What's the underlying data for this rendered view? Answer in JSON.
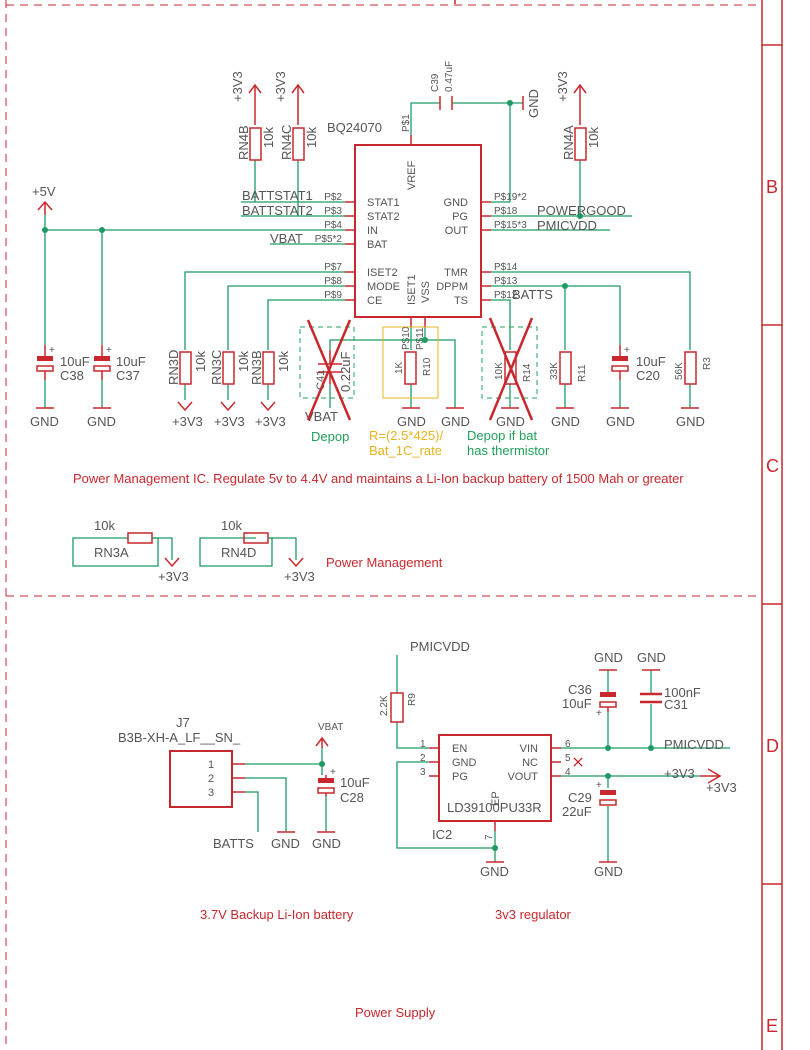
{
  "frame": {
    "rows": [
      "B",
      "C",
      "D",
      "E"
    ]
  },
  "ic_main": {
    "name": "BQ24070",
    "left_pins": [
      {
        "pad": "P$2",
        "label": "STAT1"
      },
      {
        "pad": "P$3",
        "label": "STAT2"
      },
      {
        "pad": "P$4",
        "label": "IN"
      },
      {
        "pad": "P$5*2",
        "label": "BAT"
      },
      {
        "pad": "P$7",
        "label": "ISET2"
      },
      {
        "pad": "P$8",
        "label": "MODE"
      },
      {
        "pad": "P$9",
        "label": "CE"
      }
    ],
    "right_pins": [
      {
        "pad": "P$19*2",
        "label": "GND"
      },
      {
        "pad": "P$18",
        "label": "PG"
      },
      {
        "pad": "P$15*3",
        "label": "OUT"
      },
      {
        "pad": "P$14",
        "label": "TMR"
      },
      {
        "pad": "P$13",
        "label": "DPPM"
      },
      {
        "pad": "P$12",
        "label": "TS"
      }
    ],
    "top_pin": {
      "pad": "P$1",
      "label": "VREF"
    },
    "bottom_pins": [
      {
        "pad": "P$10",
        "label": "ISET1"
      },
      {
        "pad": "P$11",
        "label": "VSS"
      }
    ]
  },
  "nets": {
    "batt_stat1": "BATTSTAT1",
    "batt_stat2": "BATTSTAT2",
    "vbat": "VBAT",
    "powergood": "POWERGOOD",
    "pmicvdd": "PMICVDD",
    "batts": "BATTS",
    "plus5v": "+5V",
    "plus3v3": "+3V3",
    "gnd": "GND"
  },
  "parts": {
    "c39": {
      "name": "C39",
      "value": "0.47uF"
    },
    "rn4b": {
      "name": "RN4B",
      "value": "10k"
    },
    "rn4c": {
      "name": "RN4C",
      "value": "10k"
    },
    "rn4a": {
      "name": "RN4A",
      "value": "10k"
    },
    "c38": {
      "name": "C38",
      "value": "10uF"
    },
    "c37": {
      "name": "C37",
      "value": "10uF"
    },
    "rn3d": {
      "name": "RN3D",
      "value": "10k"
    },
    "rn3c": {
      "name": "RN3C",
      "value": "10k"
    },
    "rn3b": {
      "name": "RN3B",
      "value": "10k"
    },
    "c41": {
      "name": "C41",
      "value": "0.22uF"
    },
    "r10": {
      "name": "R10",
      "value": "1K"
    },
    "r14": {
      "name": "R14",
      "value": "10K"
    },
    "r11": {
      "name": "R11",
      "value": "33K"
    },
    "c20": {
      "name": "C20",
      "value": "10uF"
    },
    "r3": {
      "name": "R3",
      "value": "56K"
    },
    "rn3a": {
      "name": "RN3A",
      "value": "10k"
    },
    "rn4d": {
      "name": "RN4D",
      "value": "10k"
    },
    "r9": {
      "name": "R9",
      "value": "2.2K"
    },
    "c36": {
      "name": "C36",
      "value": "10uF"
    },
    "c31": {
      "name": "C31",
      "value": "100nF"
    },
    "c29": {
      "name": "C29",
      "value": "22uF"
    },
    "c28": {
      "name": "C28",
      "value": "10uF"
    },
    "j7": {
      "name": "J7",
      "value": "B3B-XH-A_LF__SN_"
    },
    "ic2": {
      "name": "IC2",
      "value": "LD39100PU33R"
    }
  },
  "notes": {
    "depop": "Depop",
    "rate_line1": "R=(2.5*425)/",
    "rate_line2": "Bat_1C_rate",
    "depop_therm_line1": "Depop if bat",
    "depop_therm_line2": "has thermistor",
    "pm_description": "Power Management IC. Regulate 5v to 4.4V and maintains a Li-Ion backup battery of 1500 Mah or greater",
    "pm_title": "Power Management",
    "battery_title": "3.7V Backup Li-Ion battery",
    "regulator_title": "3v3 regulator",
    "supply_title": "Power Supply"
  },
  "ic2_pins": {
    "left": [
      {
        "num": "1",
        "label": "EN"
      },
      {
        "num": "2",
        "label": "GND"
      },
      {
        "num": "3",
        "label": "PG"
      }
    ],
    "right": [
      {
        "num": "6",
        "label": "VIN"
      },
      {
        "num": "5",
        "label": "NC"
      },
      {
        "num": "4",
        "label": "VOUT"
      }
    ],
    "bottom": {
      "num": "7",
      "label": "EP"
    }
  },
  "j7_pins": [
    "1",
    "2",
    "3"
  ]
}
